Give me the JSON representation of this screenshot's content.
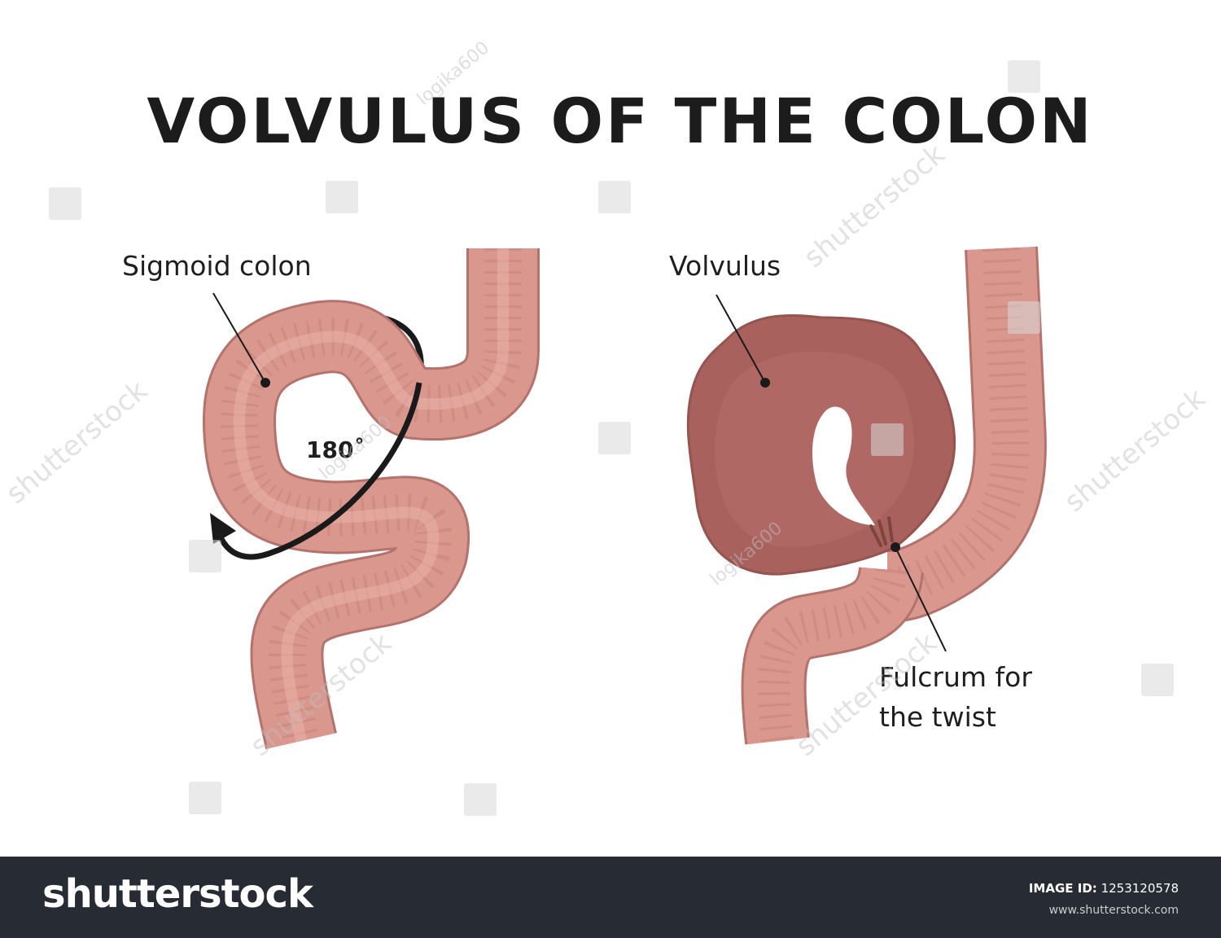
{
  "title": "VOLVULUS OF THE COLON",
  "left_panel": {
    "label": "Sigmoid colon",
    "rotation_label": "180˚"
  },
  "right_panel": {
    "label": "Volvulus",
    "fulcrum_line1": "Fulcrum for",
    "fulcrum_line2": "the twist"
  },
  "watermark": {
    "text": "shutterstock",
    "author": "logika600"
  },
  "footer": {
    "brand": "shutterstock",
    "image_id_label": "IMAGE ID:",
    "image_id_value": "1253120578",
    "site": "www.shutterstock.com"
  },
  "colors": {
    "colon": "#d9978e",
    "colon_outline": "#b3736c",
    "volvulus": "#a8615d",
    "volvulus_inner": "#bd7773",
    "arrow": "#1a1a1a",
    "footer_bg": "#272b33"
  }
}
